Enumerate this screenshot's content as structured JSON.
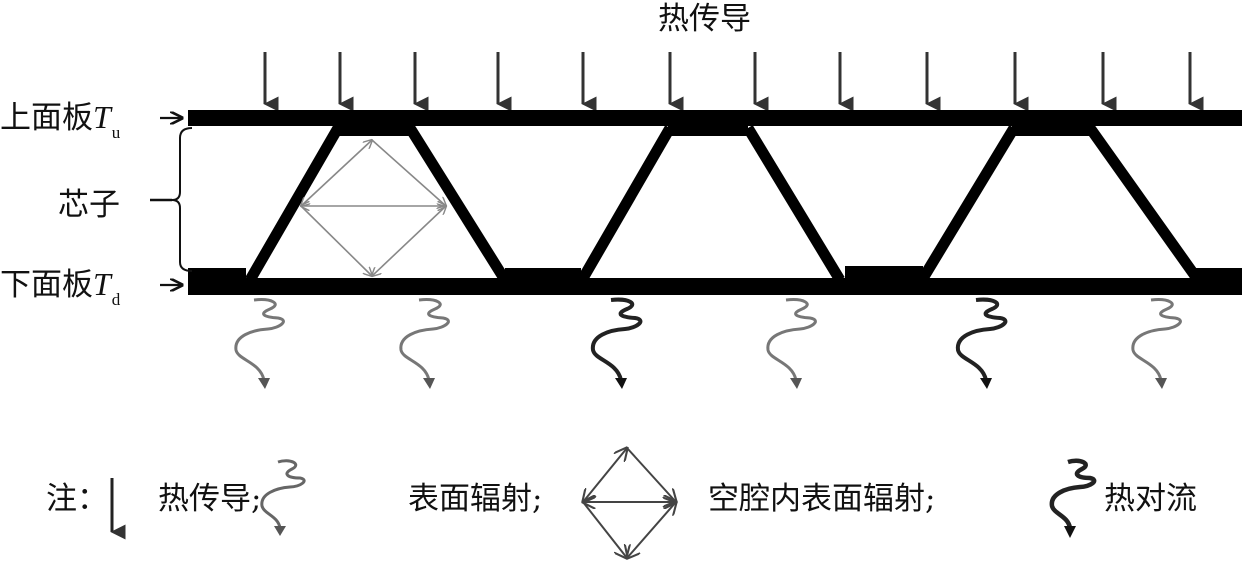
{
  "title": "热传导",
  "labels": {
    "upper_panel": {
      "text": "上面板",
      "symbol": "T",
      "subscript": "u"
    },
    "core": "芯子",
    "lower_panel": {
      "text": "下面板",
      "symbol": "T",
      "subscript": "d"
    }
  },
  "legend": {
    "prefix": "注：",
    "items": [
      {
        "icon": "straight-arrow-down-icon",
        "label": "热传导;"
      },
      {
        "icon": "light-wavy-arrow-icon",
        "label": "表面辐射;"
      },
      {
        "icon": "diamond-arrows-icon",
        "label": "空腔内表面辐射;"
      },
      {
        "icon": "dark-wavy-arrow-icon",
        "label": "热对流"
      }
    ]
  },
  "structure": {
    "unit_cells": 3,
    "conduction_arrows": 12,
    "bottom_emitters": [
      "surface-radiation",
      "surface-radiation",
      "convection",
      "surface-radiation",
      "convection",
      "surface-radiation"
    ]
  },
  "colors": {
    "structure": "#000000",
    "arrow": "#333333",
    "radiation_light": "#777777",
    "convection_dark": "#222222",
    "cavity_arrows": "#8a8a8a"
  }
}
